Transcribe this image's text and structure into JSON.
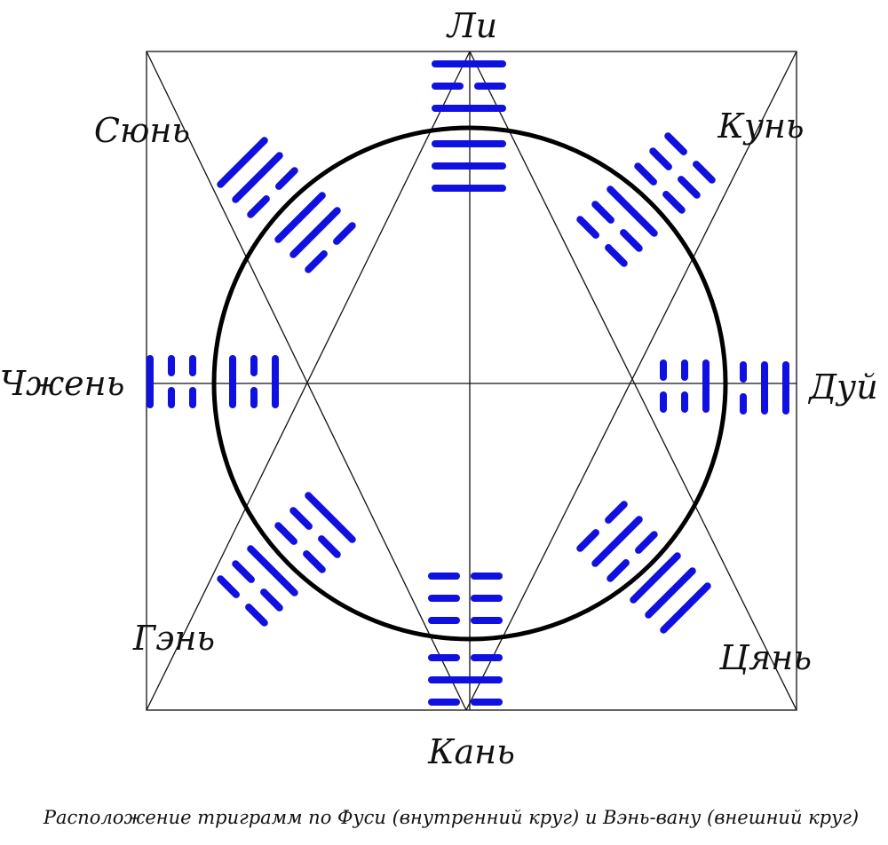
{
  "labels": {
    "top": "Ли",
    "top_left": "Сюнь",
    "top_right": "Кунь",
    "left": "Чжень",
    "right": "Дуй",
    "bottom_left": "Гэнь",
    "bottom_right": "Цянь",
    "bottom": "Кань"
  },
  "caption": "Расположение триграмм по Фуси (внутренний круг) и Вэнь-вану (внешний круг)",
  "colors": {
    "trigram": "#1010e0",
    "lines": "#111111",
    "circle": "#000000"
  }
}
